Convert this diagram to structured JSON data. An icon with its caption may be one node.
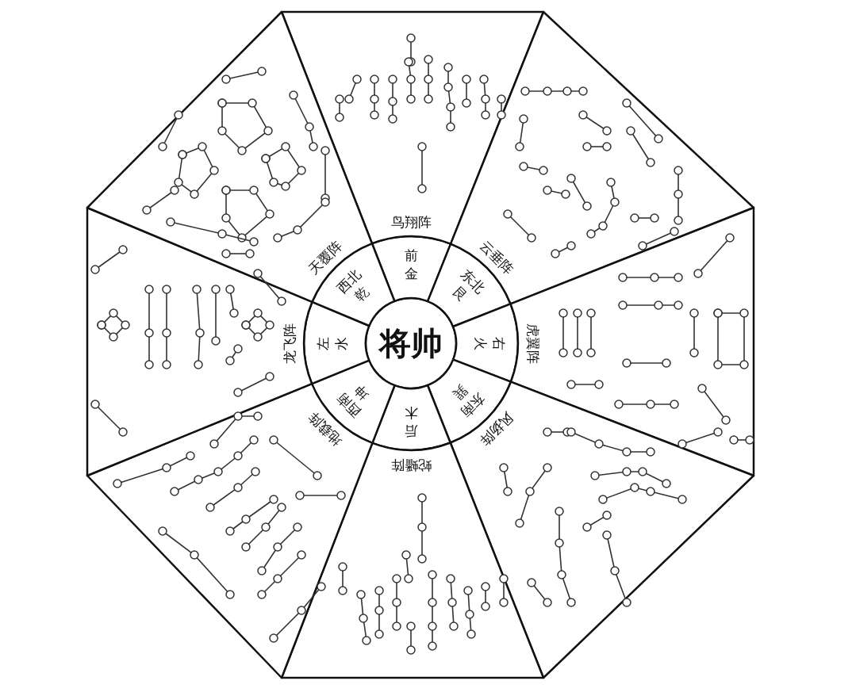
{
  "diagram": {
    "nodes": [
      {
        "text": [
          "将帅"
        ]
      },
      {
        "text": [
          "前",
          "金"
        ]
      },
      {
        "text": [
          "东北",
          "艮"
        ]
      },
      {
        "text": [
          "右",
          "火"
        ]
      },
      {
        "text": [
          "东南",
          "巽"
        ]
      },
      {
        "text": [
          "后",
          "木"
        ]
      },
      {
        "text": [
          "西南",
          "坤"
        ]
      },
      {
        "text": [
          "左",
          "水"
        ]
      },
      {
        "text": [
          "西北",
          "乾"
        ]
      },
      {
        "text": [
          "鸟翔阵"
        ]
      },
      {
        "text": [
          "云垂阵"
        ]
      },
      {
        "text": [
          "虎翼阵"
        ]
      },
      {
        "text": [
          "风扬阵"
        ]
      },
      {
        "text": [
          "蛇蟠阵"
        ]
      },
      {
        "text": [
          "地载阵"
        ]
      },
      {
        "text": [
          "龙飞阵"
        ]
      },
      {
        "text": [
          "天覆阵"
        ]
      }
    ]
  }
}
